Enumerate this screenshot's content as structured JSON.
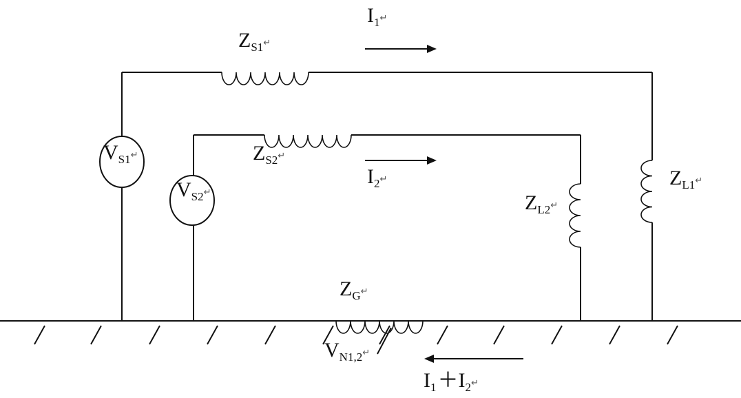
{
  "labels": {
    "i1": {
      "main": "I",
      "sub": "1",
      "mark": "↵"
    },
    "zs1": {
      "main": "Z",
      "sub": "S1",
      "mark": "↵"
    },
    "vs1": {
      "main": "V",
      "sub": "S1",
      "mark": "↵"
    },
    "zs2": {
      "main": "Z",
      "sub": "S2",
      "mark": "↵"
    },
    "i2": {
      "main": "I",
      "sub": "2",
      "mark": "↵"
    },
    "vs2": {
      "main": "V",
      "sub": "S2",
      "mark": "↵"
    },
    "zl2": {
      "main": "Z",
      "sub": "L2",
      "mark": "↵"
    },
    "zl1": {
      "main": "Z",
      "sub": "L1",
      "mark": "↵"
    },
    "zg": {
      "main": "Z",
      "sub": "G",
      "mark": "↵"
    },
    "vn12": {
      "main": "V",
      "sub": "N1,2",
      "mark": "↵"
    },
    "isum": {
      "main1": "I",
      "sub1": "1",
      "plus": "＋",
      "main2": "I",
      "sub2": "2",
      "mark": "↵"
    }
  }
}
